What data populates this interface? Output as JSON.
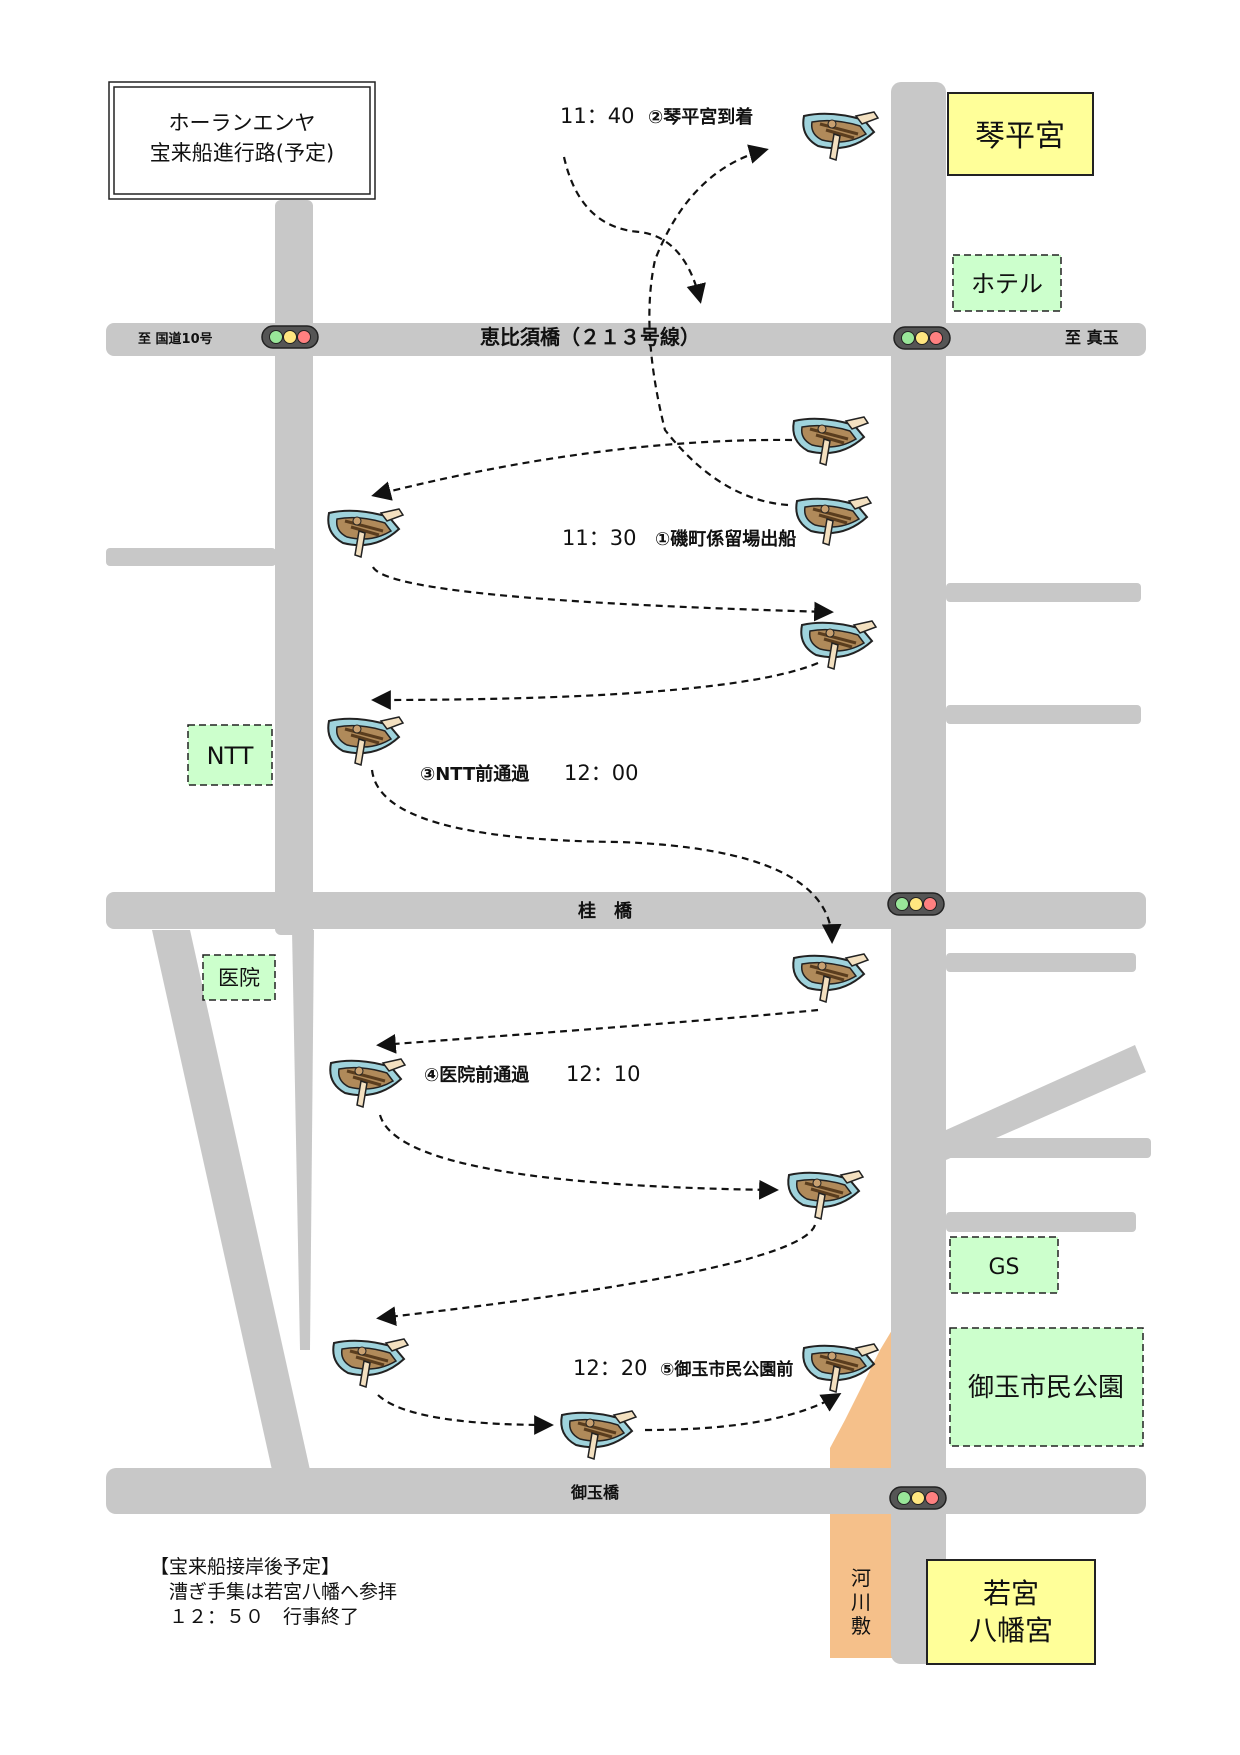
{
  "title": {
    "line1": "ホーランエンヤ",
    "line2": "宝来船進行路(予定)"
  },
  "roads": {
    "ebisu": "恵比須橋（２１３号線）",
    "katsura": "桂　橋",
    "mitama": "御玉橋",
    "to_route10": "至 国道10号",
    "to_shingyoku": "至 真玉"
  },
  "places": {
    "kotohiragu": "琴平宮",
    "hotel": "ホテル",
    "ntt": "NTT",
    "hospital": "医院",
    "gs": "GS",
    "park": "御玉市民公園",
    "wakamiya_1": "若宮",
    "wakamiya_2": "八幡宮",
    "riverbed": "河川敷"
  },
  "events": {
    "e1_time": "11：30",
    "e1_text": "①磯町係留場出船",
    "e2_time": "11：40",
    "e2_text": "②琴平宮到着",
    "e3_text": "③NTT前通過",
    "e3_time": "12：00",
    "e4_text": "④医院前通過",
    "e4_time": "12：10",
    "e5_time": "12：20",
    "e5_text": "⑤御玉市民公園前"
  },
  "notes": {
    "heading": "【宝来船接岸後予定】",
    "line1": "　漕ぎ手集は若宮八幡へ参拝",
    "line2": "　１２：５０　行事終了"
  },
  "colors": {
    "road": "#c8c8c8",
    "place_fill": "#ccffcc",
    "shrine_fill": "#ffff99",
    "riverbed": "#f5c08a",
    "boat_hull": "#9fd3dc",
    "arrow": "#111111"
  },
  "icons": [
    "boat-icon",
    "traffic-light-icon",
    "arrow-icon"
  ]
}
